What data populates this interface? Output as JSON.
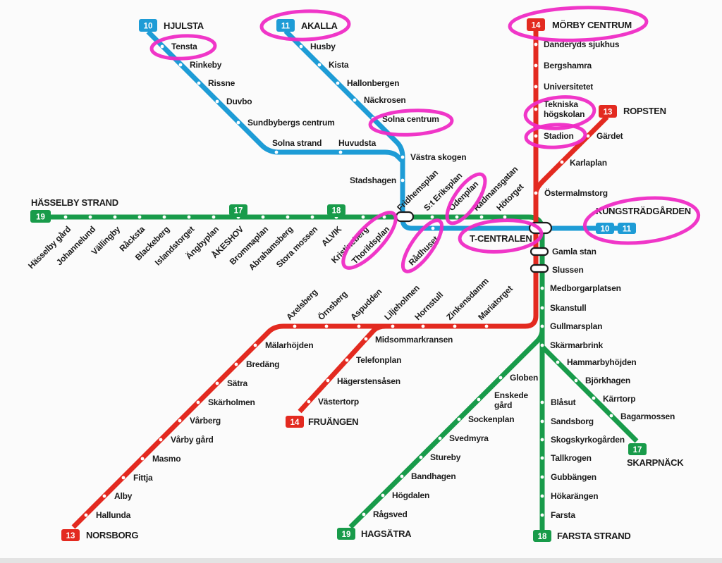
{
  "map_type": "metro-network-map",
  "colors": {
    "blue_line": "#1e9cd6",
    "red_line": "#e32a20",
    "green_line": "#189b4a",
    "highlight_circle": "#ef2bc5",
    "label_text": "#1c1c1c",
    "background": "#fbfbfb"
  },
  "badges": {
    "n10": "10",
    "n11": "11",
    "n13": "13",
    "n14": "14",
    "n17": "17",
    "n18": "18",
    "n19": "19"
  },
  "lines": {
    "blue": {
      "numbers": [
        "10",
        "11"
      ],
      "termini": [
        "HJULSTA",
        "AKALLA",
        "KUNGSTRÄDGÅRDEN"
      ]
    },
    "red": {
      "numbers": [
        "13",
        "14"
      ],
      "termini": [
        "MÖRBY CENTRUM",
        "ROPSTEN",
        "NORSBORG",
        "FRUÄNGEN"
      ]
    },
    "green": {
      "numbers": [
        "17",
        "18",
        "19"
      ],
      "termini": [
        "HÄSSELBY STRAND",
        "ÅKESHOV",
        "ALVIK",
        "SKARPNÄCK",
        "FARSTA STRAND",
        "HAGSÄTRA"
      ]
    }
  },
  "highlighted_stations": [
    "Tensta",
    "AKALLA",
    "Solna centrum",
    "MÖRBY CENTRUM",
    "Tekniska högskolan",
    "Stadion",
    "Odenplan",
    "Thorildsplan",
    "Rådhuset",
    "T-CENTRALEN",
    "KUNGSTRÄDGÅRDEN"
  ],
  "labels": {
    "hjulsta": "HJULSTA",
    "tensta": "Tensta",
    "rinkeby": "Rinkeby",
    "rissne": "Rissne",
    "duvbo": "Duvbo",
    "sundbybergs_centrum": "Sundbybergs centrum",
    "solna_strand": "Solna strand",
    "huvudsta": "Huvudsta",
    "akalla": "AKALLA",
    "husby": "Husby",
    "kista": "Kista",
    "hallonbergen": "Hallonbergen",
    "nackrosen": "Näckrosen",
    "solna_centrum": "Solna centrum",
    "vastra_skogen": "Västra skogen",
    "stadshagen": "Stadshagen",
    "radhuset": "Rådhuset",
    "t_centralen": "T-CENTRALEN",
    "kungstradgarden": "KUNGSTRÄDGÅRDEN",
    "hasselby_strand": "HÄSSELBY STRAND",
    "hasselby_gard": "Hässelby gård",
    "johannelund": "Johannelund",
    "vallingby": "Vällingby",
    "racksta": "Råcksta",
    "blackeberg": "Blackeberg",
    "islandstorget": "Islandstorget",
    "angbyplan": "Ängbyplan",
    "akeshov": "ÅKESHOV",
    "brommaplan": "Brommaplan",
    "abrahamsberg": "Abrahamsberg",
    "stora_mossen": "Stora mossen",
    "alvik": "ALVIK",
    "kristineberg": "Kristineberg",
    "thorildsplan": "Thorildsplan",
    "fridhemsplan": "Fridhemsplan",
    "st_eriksplan": "S:t Eriksplan",
    "odenplan": "Odenplan",
    "radmansgatan": "Rådmansgatan",
    "hotorget": "Hötorget",
    "morby_centrum": "MÖRBY CENTRUM",
    "danderyds_sjukhus": "Danderyds sjukhus",
    "bergshamra": "Bergshamra",
    "universitetet": "Universitetet",
    "tekniska_l1": "Tekniska",
    "tekniska_l2": "högskolan",
    "stadion": "Stadion",
    "ropsten": "ROPSTEN",
    "gardet": "Gärdet",
    "karlaplan": "Karlaplan",
    "ostermalmstorg": "Östermalmstorg",
    "gamla_stan": "Gamla stan",
    "slussen": "Slussen",
    "medborgarplatsen": "Medborgarplatsen",
    "skanstull": "Skanstull",
    "gullmarsplan": "Gullmarsplan",
    "skarmarbrink": "Skärmarbrink",
    "axelsberg": "Axelsberg",
    "ornsberg": "Örnsberg",
    "aspudden": "Aspudden",
    "liljeholmen": "Liljeholmen",
    "hornstull": "Hornstull",
    "zinkensdamm": "Zinkensdamm",
    "mariatorget": "Mariatorget",
    "midsommarkransen": "Midsommarkransen",
    "telefonplan": "Telefonplan",
    "hagerstensasen": "Hägerstensåsen",
    "vastertorp": "Västertorp",
    "fruangen": "FRUÄNGEN",
    "malarhojden": "Mälarhöjden",
    "bredang": "Bredäng",
    "satra": "Sätra",
    "skarholmen": "Skärholmen",
    "varberg": "Vårberg",
    "varby_gard": "Vårby gård",
    "masmo": "Masmo",
    "fittja": "Fittja",
    "alby": "Alby",
    "hallunda": "Hallunda",
    "norsborg": "NORSBORG",
    "globen": "Globen",
    "enskede_l1": "Enskede",
    "enskede_l2": "gård",
    "sockenplan": "Sockenplan",
    "svedmyra": "Svedmyra",
    "stureby": "Stureby",
    "bandhagen": "Bandhagen",
    "hogdalen": "Högdalen",
    "ragsved": "Rågsved",
    "hagsatra": "HAGSÄTRA",
    "hammarbyhojden": "Hammarbyhöjden",
    "bjorkhagen": "Björkhagen",
    "karrtorp": "Kärrtorp",
    "bagarmossen": "Bagarmossen",
    "skarpnack": "SKARPNÄCK",
    "blasut": "Blåsut",
    "sandsborg": "Sandsborg",
    "skogskyrkogarden": "Skogskyrkogården",
    "tallkrogen": "Tallkrogen",
    "gubbangen": "Gubbängen",
    "hokarangen": "Hökarängen",
    "farsta": "Farsta",
    "farsta_strand": "FARSTA STRAND"
  }
}
